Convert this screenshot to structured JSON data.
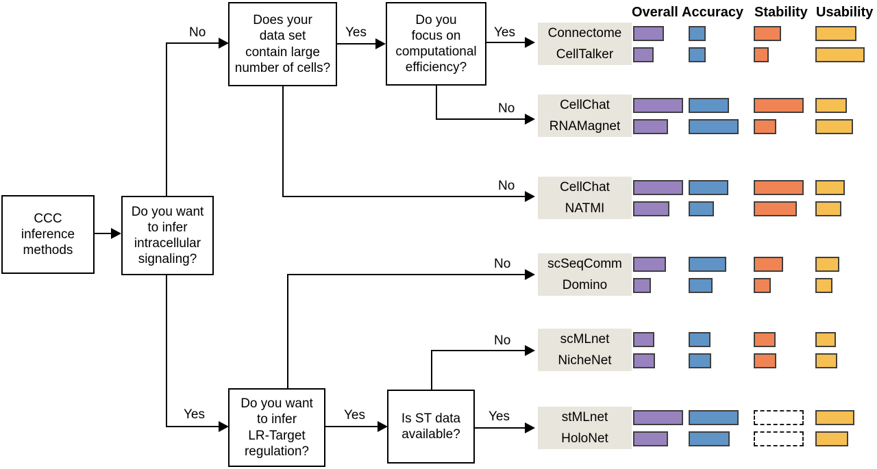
{
  "flowchart": {
    "nodes": {
      "root": "CCC\ninference\nmethods",
      "intracellular": "Do you want\nto infer\nintracellular\nsignaling?",
      "large_cells": "Does your\ndata set\ncontain large\nnumber of cells?",
      "efficiency": "Do you\nfocus on\ncomputational\nefficiency?",
      "lr_target": "Do you want\nto infer\nLR-Target\nregulation?",
      "st_data": "Is ST data\navailable?"
    },
    "edge_labels": {
      "intracellular_no": "No",
      "intracellular_yes": "Yes",
      "large_cells_yes": "Yes",
      "large_cells_no": "No",
      "efficiency_yes": "Yes",
      "efficiency_no": "No",
      "lr_target_yes": "Yes",
      "lr_target_no": "No",
      "st_data_yes": "Yes",
      "st_data_no": "No"
    }
  },
  "chart_data": {
    "type": "bar",
    "orientation": "horizontal",
    "metrics": [
      "Overall",
      "Accuracy",
      "Stability",
      "Usability"
    ],
    "metric_colors": {
      "Overall": "#9883bf",
      "Accuracy": "#6094c6",
      "Stability": "#f08455",
      "Usability": "#f6bf52"
    },
    "value_scale": "relative bar length 0-100 (no numeric axis shown); NA = dashed empty box",
    "groups": [
      {
        "methods": [
          {
            "name": "Connectome",
            "values": [
              62,
              34,
              55,
              82
            ]
          },
          {
            "name": "CellTalker",
            "values": [
              41,
              34,
              30,
              99
            ]
          }
        ]
      },
      {
        "methods": [
          {
            "name": "CellChat",
            "values": [
              100,
              81,
              100,
              63
            ]
          },
          {
            "name": "RNAMagnet",
            "values": [
              70,
              100,
              45,
              75
            ]
          }
        ]
      },
      {
        "methods": [
          {
            "name": "CellChat",
            "values": [
              100,
              79,
              100,
              59
            ]
          },
          {
            "name": "NATMI",
            "values": [
              73,
              51,
              86,
              52
            ]
          }
        ]
      },
      {
        "methods": [
          {
            "name": "scSeqComm",
            "values": [
              66,
              75,
              59,
              48
            ]
          },
          {
            "name": "Domino",
            "values": [
              36,
              48,
              34,
              34
            ]
          }
        ]
      },
      {
        "methods": [
          {
            "name": "scMLnet",
            "values": [
              42,
              44,
              44,
              41
            ]
          },
          {
            "name": "NicheNet",
            "values": [
              44,
              45,
              45,
              44
            ]
          }
        ]
      },
      {
        "methods": [
          {
            "name": "stMLnet",
            "values": [
              100,
              100,
              "NA",
              78
            ]
          },
          {
            "name": "HoloNet",
            "values": [
              70,
              82,
              "NA",
              66
            ]
          }
        ]
      }
    ]
  }
}
